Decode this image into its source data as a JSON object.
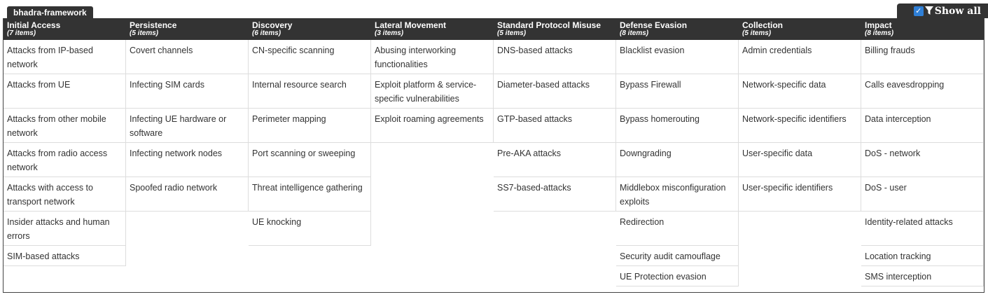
{
  "framework_tab": "bhadra-framework",
  "show_all": {
    "label": "Show all",
    "checked": true
  },
  "columns": [
    {
      "name": "Initial Access",
      "count": "(7 items)",
      "items": [
        "Attacks from IP-based network",
        "Attacks from UE",
        "Attacks from other mobile network",
        "Attacks from radio access network",
        "Attacks with access to transport network",
        "Insider attacks and human errors",
        "SIM-based attacks"
      ]
    },
    {
      "name": "Persistence",
      "count": "(5 items)",
      "items": [
        "Covert channels",
        "Infecting SIM cards",
        "Infecting UE hardware or software",
        "Infecting network nodes",
        "Spoofed radio network"
      ]
    },
    {
      "name": "Discovery",
      "count": "(6 items)",
      "items": [
        "CN-specific scanning",
        "Internal resource search",
        "Perimeter mapping",
        "Port scanning or sweeping",
        "Threat intelligence gathering",
        "UE knocking"
      ]
    },
    {
      "name": "Lateral Movement",
      "count": "(3 items)",
      "items": [
        "Abusing interworking functionalities",
        "Exploit platform & service-specific vulnerabilities",
        "Exploit roaming agreements"
      ]
    },
    {
      "name": "Standard Protocol Misuse",
      "count": "(5 items)",
      "items": [
        "DNS-based attacks",
        "Diameter-based attacks",
        "GTP-based attacks",
        "Pre-AKA attacks",
        "SS7-based-attacks"
      ]
    },
    {
      "name": "Defense Evasion",
      "count": "(8 items)",
      "items": [
        "Blacklist evasion",
        "Bypass Firewall",
        "Bypass homerouting",
        "Downgrading",
        "Middlebox misconfiguration exploits",
        "Redirection",
        "Security audit camouflage",
        "UE Protection evasion"
      ]
    },
    {
      "name": "Collection",
      "count": "(5 items)",
      "items": [
        "Admin credentials",
        "Network-specific data",
        "Network-specific identifiers",
        "User-specific data",
        "User-specific identifiers"
      ]
    },
    {
      "name": "Impact",
      "count": "(8 items)",
      "items": [
        "Billing frauds",
        "Calls eavesdropping",
        "Data interception",
        "DoS - network",
        "DoS - user",
        "Identity-related attacks",
        "Location tracking",
        "SMS interception"
      ]
    }
  ]
}
